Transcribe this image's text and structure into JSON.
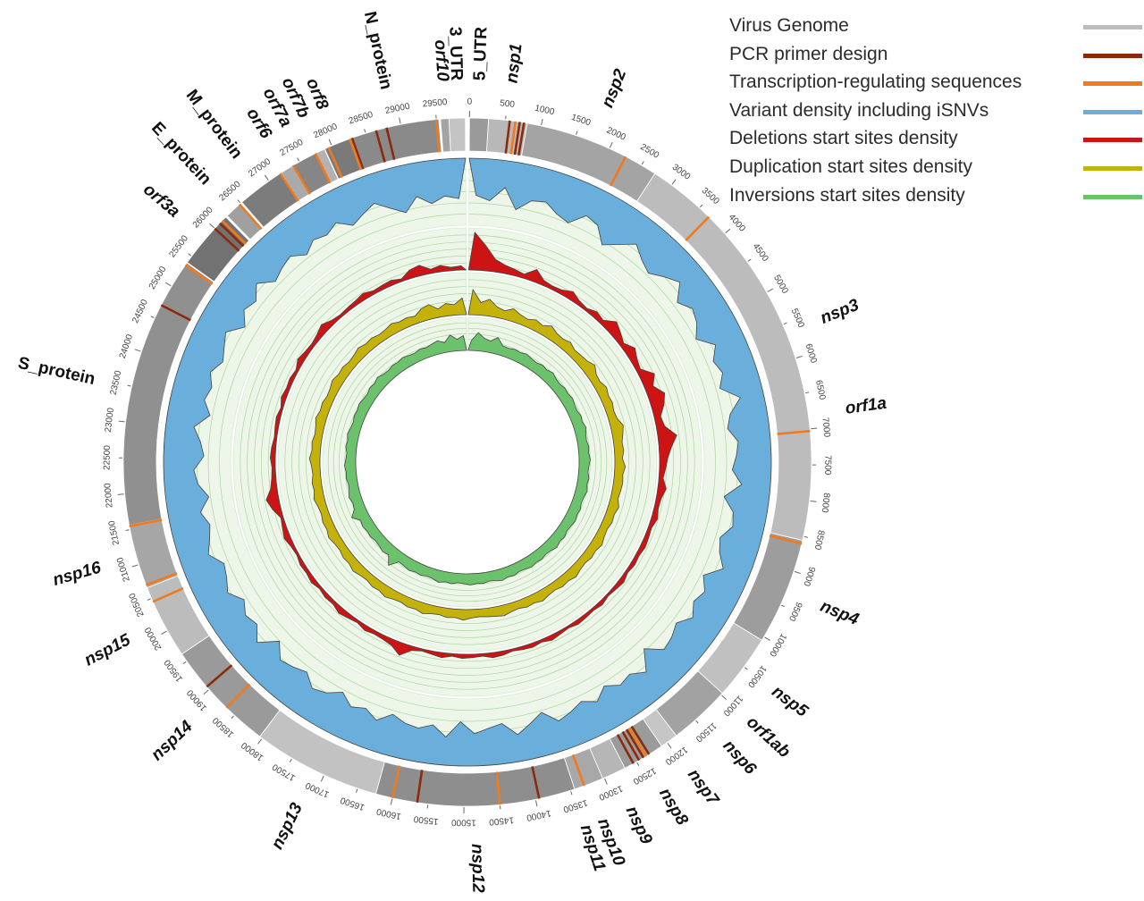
{
  "legend": [
    {
      "label": "Virus Genome",
      "color": "#bdbdbd"
    },
    {
      "label": "PCR primer design",
      "color": "#8b2a0c"
    },
    {
      "label": "Transcription-regulating sequences",
      "color": "#f07a1e"
    },
    {
      "label": "Variant density including iSNVs",
      "color": "#6aafdc"
    },
    {
      "label": "Deletions start sites density",
      "color": "#cc1414"
    },
    {
      "label": "Duplication start sites density",
      "color": "#c4b10a"
    },
    {
      "label": "Inversions start sites density",
      "color": "#6cc26c"
    }
  ],
  "genome": {
    "length": 29903,
    "tick_labels": [
      "0",
      "500",
      "1000",
      "1500",
      "2000",
      "2500",
      "3000",
      "3500",
      "4000",
      "4500",
      "5000",
      "5500",
      "6000",
      "6500",
      "7000",
      "7500",
      "8000",
      "8500",
      "9000",
      "9500",
      "10000",
      "10500",
      "11000",
      "11500",
      "12000",
      "12500",
      "13000",
      "13500",
      "14000",
      "14500",
      "15000",
      "15500",
      "16000",
      "16500",
      "17000",
      "17500",
      "18000",
      "18500",
      "19000",
      "19500",
      "20000",
      "20500",
      "21000",
      "21500",
      "22000",
      "22500",
      "23000",
      "23500",
      "24000",
      "24500",
      "25000",
      "25500",
      "26000",
      "26500",
      "27000",
      "27500",
      "28000",
      "28500",
      "29000",
      "29500"
    ],
    "major_ticks": [
      "0",
      "1000",
      "2000",
      "3000",
      "4000",
      "5000",
      "6000",
      "7000",
      "8000",
      "9000",
      "10000",
      "11000",
      "12000",
      "13000",
      "14000",
      "15000",
      "16000",
      "17000",
      "18000",
      "19000",
      "20000",
      "21000",
      "22000",
      "23000",
      "24000",
      "25000",
      "26000",
      "27000",
      "28000",
      "29000"
    ],
    "genes": [
      {
        "label": "5_UTR",
        "start": 0,
        "end": 265,
        "shade": "#9a9a9a",
        "italic": false
      },
      {
        "label": "nsp1",
        "start": 266,
        "end": 805,
        "shade": "#b8b8b8",
        "italic": true
      },
      {
        "label": "nsp2",
        "start": 806,
        "end": 2719,
        "shade": "#a4a4a4",
        "italic": true
      },
      {
        "label": "nsp3",
        "start": 2720,
        "end": 8554,
        "shade": "#bcbcbc",
        "italic": true
      },
      {
        "label": "orf1a",
        "start": 6800,
        "end": 6800,
        "shade": null,
        "italic": true
      },
      {
        "label": "nsp4",
        "start": 8555,
        "end": 10054,
        "shade": "#9d9d9d",
        "italic": true
      },
      {
        "label": "nsp5",
        "start": 10055,
        "end": 10972,
        "shade": "#c0c0c0",
        "italic": true
      },
      {
        "label": "orf1ab",
        "start": 11000,
        "end": 11000,
        "shade": null,
        "italic": true
      },
      {
        "label": "nsp6",
        "start": 10973,
        "end": 11842,
        "shade": "#a2a2a2",
        "italic": true
      },
      {
        "label": "nsp7",
        "start": 11843,
        "end": 12091,
        "shade": "#c6c6c6",
        "italic": true
      },
      {
        "label": "nsp8",
        "start": 12092,
        "end": 12685,
        "shade": "#9b9b9b",
        "italic": true
      },
      {
        "label": "nsp9",
        "start": 12686,
        "end": 13024,
        "shade": "#b6b6b6",
        "italic": true
      },
      {
        "label": "nsp10",
        "start": 13025,
        "end": 13441,
        "shade": "#a8a8a8",
        "italic": true
      },
      {
        "label": "nsp12",
        "start": 13442,
        "end": 16236,
        "shade": "#8e8e8e",
        "italic": true
      },
      {
        "label": "nsp11",
        "start": 13442,
        "end": 13480,
        "shade": null,
        "italic": true
      },
      {
        "label": "nsp13",
        "start": 16237,
        "end": 18039,
        "shade": "#c2c2c2",
        "italic": true
      },
      {
        "label": "nsp14",
        "start": 18040,
        "end": 19620,
        "shade": "#9a9a9a",
        "italic": true
      },
      {
        "label": "nsp15",
        "start": 19621,
        "end": 20658,
        "shade": "#bcbcbc",
        "italic": true
      },
      {
        "label": "nsp16",
        "start": 20659,
        "end": 21552,
        "shade": "#a6a6a6",
        "italic": true
      },
      {
        "label": "S_protein",
        "start": 21563,
        "end": 25384,
        "shade": "#909090",
        "italic": false
      },
      {
        "label": "orf3a",
        "start": 25393,
        "end": 26220,
        "shade": "#727272",
        "italic": true
      },
      {
        "label": "E_protein",
        "start": 26245,
        "end": 26472,
        "shade": "#a0a0a0",
        "italic": false
      },
      {
        "label": "M_protein",
        "start": 26523,
        "end": 27191,
        "shade": "#7c7c7c",
        "italic": false
      },
      {
        "label": "orf6",
        "start": 27202,
        "end": 27387,
        "shade": "#aaaaaa",
        "italic": true
      },
      {
        "label": "orf7a",
        "start": 27394,
        "end": 27759,
        "shade": "#868686",
        "italic": true
      },
      {
        "label": "orf7b",
        "start": 27756,
        "end": 27887,
        "shade": "#b2b2b2",
        "italic": true
      },
      {
        "label": "orf8",
        "start": 27894,
        "end": 28259,
        "shade": "#7a7a7a",
        "italic": true
      },
      {
        "label": "N_protein",
        "start": 28274,
        "end": 29533,
        "shade": "#8a8a8a",
        "italic": false
      },
      {
        "label": "orf10",
        "start": 29558,
        "end": 29674,
        "shade": "#a4a4a4",
        "italic": true
      },
      {
        "label": "3_UTR",
        "start": 29675,
        "end": 29903,
        "shade": "#c4c4c4",
        "italic": false
      }
    ],
    "pcr_primers": [
      560,
      700,
      760,
      12300,
      12390,
      12460,
      12550,
      13950,
      15650,
      19050,
      24700,
      26000,
      26100,
      27400,
      28300,
      28650,
      28800
    ],
    "trs": [
      640,
      2250,
      3680,
      7030,
      8600,
      12350,
      13300,
      14500,
      16000,
      18650,
      20450,
      20700,
      21550,
      25350,
      26150,
      26480,
      27190,
      27400,
      27750,
      27950,
      28270,
      29500
    ]
  },
  "chart_data": {
    "type": "circos",
    "genome_length": 29903,
    "bins": 120,
    "tracks": [
      {
        "name": "Variant density including iSNVs",
        "values": [
          0.55,
          0.62,
          0.4,
          0.7,
          0.52,
          0.48,
          0.6,
          0.66,
          0.45,
          0.5,
          0.72,
          0.58,
          0.42,
          0.55,
          0.63,
          0.5,
          0.38,
          0.6,
          0.47,
          0.53,
          0.66,
          0.44,
          0.57,
          0.5,
          0.61,
          0.35,
          0.55,
          0.62,
          0.48,
          0.52,
          0.58,
          0.43,
          0.67,
          0.5,
          0.46,
          0.6,
          0.54,
          0.4,
          0.63,
          0.5,
          0.57,
          0.45,
          0.6,
          0.52,
          0.48,
          0.7,
          0.42,
          0.55,
          0.5,
          0.62,
          0.47,
          0.58,
          0.5,
          0.44,
          0.64,
          0.52,
          0.4,
          0.6,
          0.55,
          0.48,
          0.66,
          0.42,
          0.58,
          0.5,
          0.53,
          0.61,
          0.45,
          0.56,
          0.49,
          0.63,
          0.5,
          0.44,
          0.59,
          0.52,
          0.47,
          0.66,
          0.4,
          0.57,
          0.51,
          0.62,
          0.46,
          0.55,
          0.6,
          0.43,
          0.52,
          0.58,
          0.48,
          0.64,
          0.5,
          0.45,
          0.6,
          0.54,
          0.42,
          0.63,
          0.5,
          0.56,
          0.47,
          0.59,
          0.52,
          0.44,
          0.65,
          0.5,
          0.57,
          0.41,
          0.6,
          0.53,
          0.48,
          0.62,
          0.5,
          0.55,
          0.46,
          0.61,
          0.52,
          0.43,
          0.58,
          0.7,
          0.5,
          0.64,
          0.55,
          0.6
        ]
      },
      {
        "name": "Deletions start sites density",
        "values": [
          0.9,
          0.6,
          0.3,
          0.2,
          0.15,
          0.1,
          0.3,
          0.12,
          0.08,
          0.1,
          0.2,
          0.1,
          0.06,
          0.15,
          0.1,
          0.3,
          0.2,
          0.1,
          0.25,
          0.15,
          0.1,
          0.35,
          0.2,
          0.4,
          0.3,
          0.15,
          0.2,
          0.45,
          0.3,
          0.2,
          0.15,
          0.1,
          0.2,
          0.12,
          0.1,
          0.15,
          0.08,
          0.1,
          0.12,
          0.08,
          0.1,
          0.06,
          0.12,
          0.08,
          0.05,
          0.1,
          0.06,
          0.08,
          0.1,
          0.05,
          0.08,
          0.12,
          0.06,
          0.1,
          0.08,
          0.05,
          0.1,
          0.12,
          0.06,
          0.08,
          0.1,
          0.06,
          0.12,
          0.08,
          0.05,
          0.1,
          0.3,
          0.15,
          0.1,
          0.08,
          0.12,
          0.06,
          0.1,
          0.15,
          0.08,
          0.1,
          0.06,
          0.12,
          0.08,
          0.1,
          0.05,
          0.08,
          0.15,
          0.1,
          0.06,
          0.2,
          0.3,
          0.15,
          0.1,
          0.08,
          0.12,
          0.1,
          0.06,
          0.08,
          0.1,
          0.05,
          0.12,
          0.08,
          0.1,
          0.06,
          0.15,
          0.1,
          0.08,
          0.12,
          0.2,
          0.1,
          0.06,
          0.08,
          0.1,
          0.15,
          0.08,
          0.1,
          0.12,
          0.06,
          0.2,
          0.25,
          0.1,
          0.15,
          0.08,
          0.1
        ]
      },
      {
        "name": "Duplication start sites density",
        "values": [
          0.6,
          0.3,
          0.4,
          0.25,
          0.2,
          0.3,
          0.22,
          0.18,
          0.25,
          0.2,
          0.3,
          0.22,
          0.2,
          0.25,
          0.18,
          0.2,
          0.22,
          0.3,
          0.2,
          0.18,
          0.25,
          0.2,
          0.22,
          0.18,
          0.2,
          0.3,
          0.25,
          0.2,
          0.22,
          0.18,
          0.25,
          0.2,
          0.22,
          0.2,
          0.18,
          0.25,
          0.2,
          0.22,
          0.18,
          0.2,
          0.25,
          0.2,
          0.22,
          0.18,
          0.2,
          0.25,
          0.2,
          0.22,
          0.18,
          0.2,
          0.25,
          0.2,
          0.22,
          0.18,
          0.2,
          0.25,
          0.22,
          0.2,
          0.18,
          0.2,
          0.25,
          0.2,
          0.22,
          0.18,
          0.2,
          0.25,
          0.2,
          0.22,
          0.18,
          0.2,
          0.25,
          0.2,
          0.22,
          0.18,
          0.2,
          0.25,
          0.2,
          0.22,
          0.18,
          0.2,
          0.25,
          0.2,
          0.22,
          0.18,
          0.2,
          0.25,
          0.2,
          0.22,
          0.18,
          0.2,
          0.25,
          0.2,
          0.22,
          0.18,
          0.2,
          0.25,
          0.2,
          0.22,
          0.18,
          0.2,
          0.25,
          0.2,
          0.22,
          0.18,
          0.2,
          0.25,
          0.2,
          0.22,
          0.18,
          0.2,
          0.25,
          0.2,
          0.22,
          0.18,
          0.3,
          0.35,
          0.2,
          0.3,
          0.25,
          0.4
        ]
      },
      {
        "name": "Inversions start sites density",
        "values": [
          0.3,
          0.55,
          0.4,
          0.35,
          0.5,
          0.3,
          0.28,
          0.32,
          0.3,
          0.35,
          0.3,
          0.28,
          0.33,
          0.3,
          0.36,
          0.3,
          0.28,
          0.32,
          0.3,
          0.34,
          0.3,
          0.28,
          0.33,
          0.3,
          0.36,
          0.3,
          0.28,
          0.32,
          0.3,
          0.34,
          0.3,
          0.28,
          0.33,
          0.3,
          0.35,
          0.3,
          0.28,
          0.32,
          0.3,
          0.34,
          0.3,
          0.28,
          0.33,
          0.3,
          0.36,
          0.3,
          0.28,
          0.32,
          0.3,
          0.34,
          0.3,
          0.28,
          0.33,
          0.3,
          0.35,
          0.3,
          0.28,
          0.32,
          0.3,
          0.34,
          0.3,
          0.28,
          0.33,
          0.3,
          0.36,
          0.3,
          0.28,
          0.32,
          0.3,
          0.34,
          0.3,
          0.28,
          0.55,
          0.3,
          0.35,
          0.3,
          0.28,
          0.32,
          0.3,
          0.34,
          0.3,
          0.5,
          0.33,
          0.3,
          0.36,
          0.3,
          0.28,
          0.32,
          0.3,
          0.34,
          0.3,
          0.28,
          0.33,
          0.3,
          0.35,
          0.3,
          0.28,
          0.32,
          0.3,
          0.34,
          0.3,
          0.28,
          0.33,
          0.3,
          0.36,
          0.3,
          0.28,
          0.32,
          0.3,
          0.34,
          0.3,
          0.28,
          0.33,
          0.3,
          0.35,
          0.4,
          0.3,
          0.5,
          0.35,
          0.45
        ]
      }
    ]
  }
}
